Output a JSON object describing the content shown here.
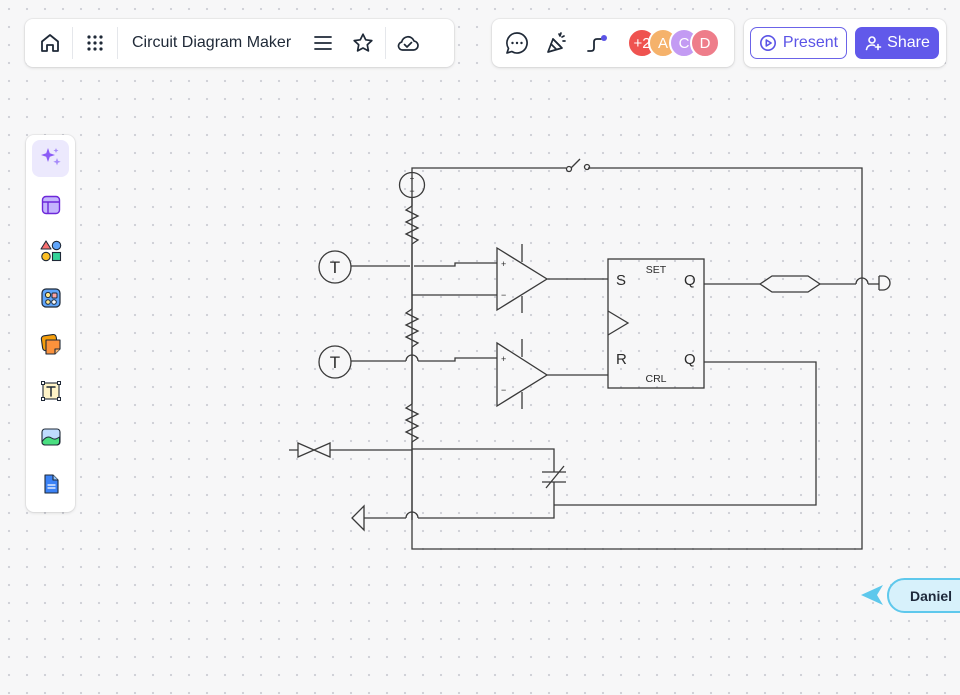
{
  "toolbar": {
    "doc_title": "Circuit Diagram Maker",
    "icons": [
      "home-icon",
      "apps-grid-icon",
      "menu-icon",
      "star-icon",
      "cloud-check-icon"
    ]
  },
  "collab": {
    "icons": [
      "comment-icon",
      "celebrate-icon",
      "connector-icon"
    ],
    "avatars": [
      {
        "label": "+2",
        "color": "#ef5350"
      },
      {
        "label": "A",
        "color": "#f5b26b"
      },
      {
        "label": "C",
        "color": "#c39bf3"
      },
      {
        "label": "D",
        "color": "#ee7d8a"
      }
    ]
  },
  "actions": {
    "present_label": "Present",
    "share_label": "Share",
    "accent": "#6159ea"
  },
  "sidebar": {
    "items": [
      "ai-magic-icon",
      "template-icon",
      "shapes-icon",
      "components-icon",
      "sticky-note-icon",
      "text-icon",
      "image-icon",
      "document-icon"
    ]
  },
  "diagram": {
    "sensor_top": "T",
    "sensor_bottom": "T",
    "source_plus": "+",
    "source_minus": "−",
    "amp_top_plus": "+",
    "amp_top_minus": "−",
    "amp_bottom_plus": "+",
    "amp_bottom_minus": "−",
    "ff_s": "S",
    "ff_r": "R",
    "ff_q_top": "Q",
    "ff_q_bottom": "Q",
    "ff_set": "SET",
    "ff_crl": "CRL"
  },
  "cursor": {
    "name": "Daniel",
    "color": "#5ec8ec"
  }
}
